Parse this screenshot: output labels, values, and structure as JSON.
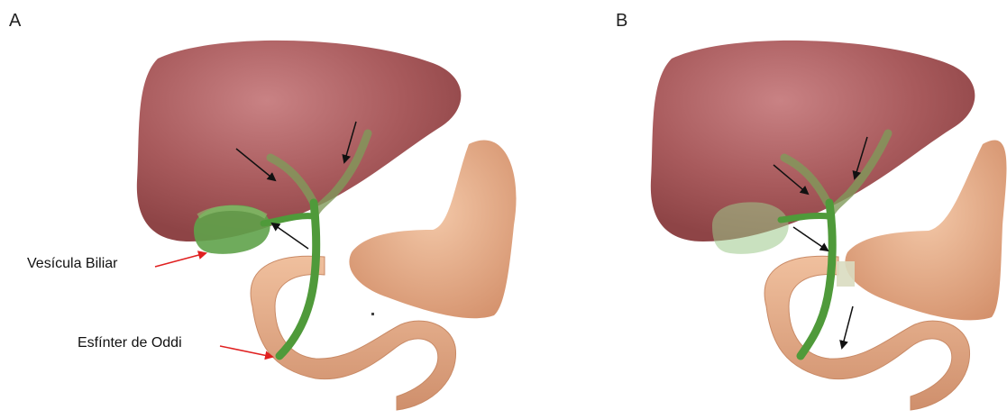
{
  "panels": [
    {
      "letter": "A"
    },
    {
      "letter": "B"
    }
  ],
  "labels": {
    "gallbladder": "Vesícula Biliar",
    "sphincter": "Esfínter de Oddi"
  },
  "colors": {
    "liver": "#a85a5c",
    "liver_highlight": "#c98284",
    "bile_duct": "#4f9a3a",
    "gallbladder": "#5fa24a",
    "intestine": "#e7b28f",
    "intestine_shadow": "#c98a66",
    "arrow_black": "#111111",
    "arrow_red": "#e02020"
  }
}
